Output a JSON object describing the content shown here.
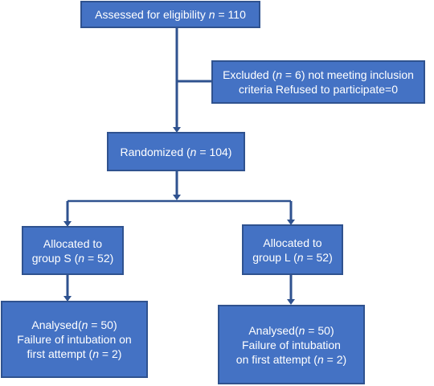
{
  "flow": {
    "assessed": {
      "text": "Assessed for eligibility",
      "n": "110"
    },
    "excluded": {
      "text_pre": "Excluded (",
      "n": "6",
      "text_post": ") not meeting inclusion criteria Refused to participate=0"
    },
    "randomized": {
      "text_pre": "Randomized (",
      "n": "104",
      "text_post": ")"
    },
    "group_s": {
      "line1": "Allocated to",
      "line2_pre": "group S (",
      "n": "52",
      "line2_post": ")"
    },
    "group_l": {
      "line1": "Allocated to",
      "line2_pre": "group L (",
      "n": "52",
      "line2_post": ")"
    },
    "analysed_s": {
      "pre": "Analysed(",
      "n": "50",
      "post": ")",
      "line2": "Failure of intubation on",
      "line3_pre": "first attempt (",
      "n2": "2",
      "line3_post": ")"
    },
    "analysed_l": {
      "pre": "Analysed(",
      "n": "50",
      "post": ")",
      "line2": "Failure of intubation",
      "line3_pre": "on first attempt (",
      "n2": "2",
      "line3_post": ")"
    },
    "n_symbol": "n",
    "equals": " = "
  },
  "colors": {
    "box_fill": "#4472c4",
    "box_border": "#2f528f",
    "connector": "#2f528f",
    "text": "#ffffff"
  }
}
